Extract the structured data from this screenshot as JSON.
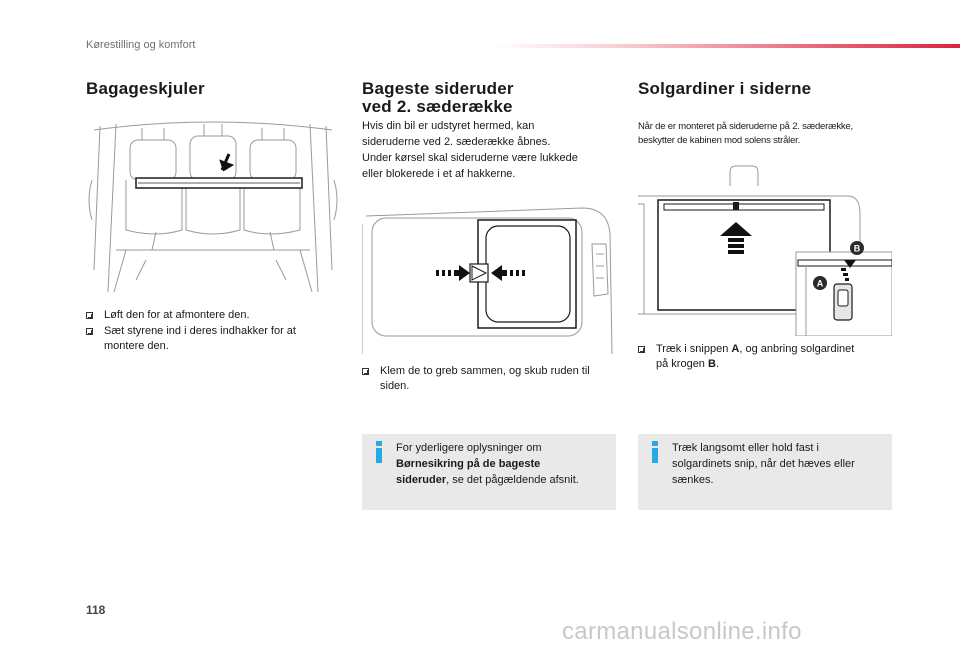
{
  "header": {
    "section": "Kørestilling og komfort"
  },
  "page_number": "118",
  "watermark": "carmanualsonline.info",
  "col1": {
    "title": "Bagageskjuler",
    "bullets": [
      "Løft den for at afmontere den.",
      "Sæt styrene ind i deres indhakker for at montere den."
    ]
  },
  "col2": {
    "title_line1": "Bageste sideruder",
    "title_line2": "ved 2. sæderække",
    "intro": [
      "Hvis din bil er udstyret hermed, kan",
      "sideruderne ved 2. sæderække åbnes.",
      "Under kørsel skal sideruderne være lukkede",
      "eller blokerede i et af hakkerne."
    ],
    "bullets": [
      "Klem de to greb sammen, og skub ruden til siden."
    ],
    "info": {
      "line1": "For yderligere oplysninger om",
      "bold1": "Børnesikring på de bageste",
      "bold2": "sideruder",
      "rest": ", se det pågældende afsnit."
    }
  },
  "col3": {
    "title": "Solgardiner i siderne",
    "intro": [
      "Når de er monteret på sideruderne på 2. sæderække,",
      "beskytter de kabinen mod solens stråler."
    ],
    "bullet_pre": "Træk i snippen ",
    "bullet_a": "A",
    "bullet_mid": ", og anbring solgardinet",
    "bullet_line2_pre": "på krogen ",
    "bullet_b": "B",
    "bullet_end": ".",
    "labels": {
      "a": "A",
      "b": "B"
    },
    "info": [
      "Træk langsomt eller hold fast i",
      "solgardinets snip, når det hæves eller",
      "sænkes."
    ]
  },
  "colors": {
    "accent": "#d7263d",
    "info_icon": "#28a9e1",
    "info_bg": "#e9e9ea"
  }
}
